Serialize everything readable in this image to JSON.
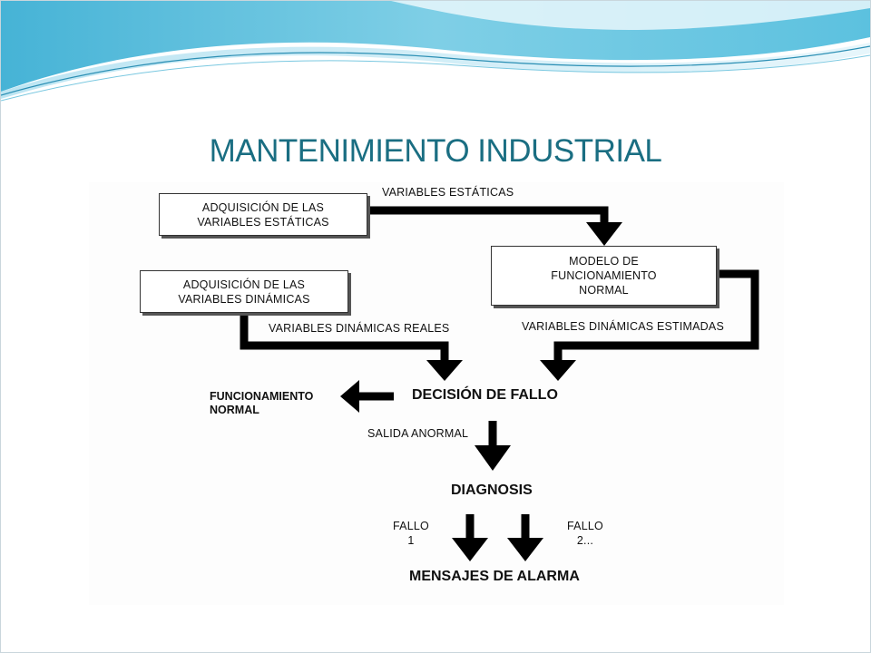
{
  "slide": {
    "title": "MANTENIMIENTO INDUSTRIAL"
  },
  "diagram": {
    "boxes": {
      "static_acquisition": [
        "ADQUISICIÓN DE LAS",
        "VARIABLES ESTÁTICAS"
      ],
      "dynamic_acquisition": [
        "ADQUISICIÓN DE LAS",
        "VARIABLES DINÁMICAS"
      ],
      "normal_model": [
        "MODELO DE",
        "FUNCIONAMIENTO",
        "NORMAL"
      ]
    },
    "labels": {
      "static_variables": "VARIABLES ESTÁTICAS",
      "real_dynamic_variables": "VARIABLES DINÁMICAS REALES",
      "estimated_dynamic_variables": "VARIABLES DINÁMICAS ESTIMADAS",
      "abnormal_output": "SALIDA ANORMAL",
      "fault_1": [
        "FALLO",
        "1"
      ],
      "fault_2": [
        "FALLO",
        "2..."
      ]
    },
    "nodes": {
      "fault_decision": "DECISIÓN DE FALLO",
      "normal_operation": [
        "FUNCIONAMIENTO",
        "NORMAL"
      ],
      "diagnosis": "DIAGNOSIS",
      "alarm_messages": "MENSAJES DE ALARMA"
    },
    "colors": {
      "arrow": "#000000",
      "title": "#1a6e82",
      "wave_dark": "#2fa6cc",
      "wave_light": "#bfe6f3"
    }
  }
}
